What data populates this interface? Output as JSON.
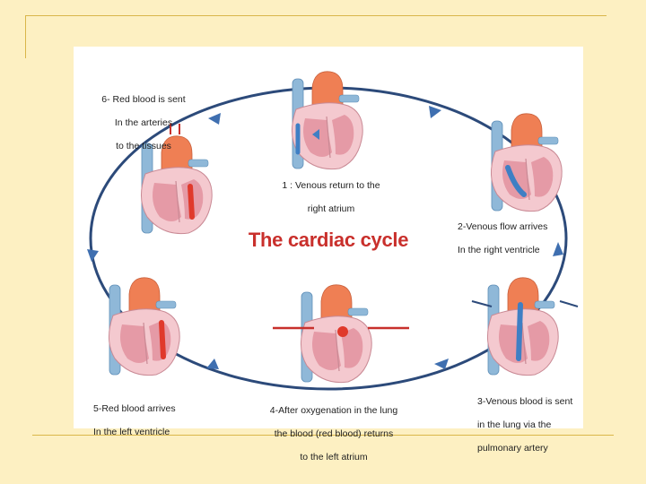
{
  "diagram": {
    "title": "The cardiac cycle",
    "steps": [
      {
        "lines": [
          "1 : Venous return to the",
          "right atrium"
        ]
      },
      {
        "lines": [
          "2-Venous flow arrives",
          "In the right ventricle"
        ]
      },
      {
        "lines": [
          "3-Venous blood is sent",
          "in the lung via the",
          "pulmonary artery"
        ]
      },
      {
        "lines": [
          "4-After oxygenation in the lung",
          "the blood (red blood) returns",
          "to the left atrium"
        ]
      },
      {
        "lines": [
          "5-Red blood arrives",
          "In the left ventricle"
        ]
      },
      {
        "lines": [
          "6- Red blood is sent",
          "In the arteries",
          "to the tissues"
        ]
      }
    ]
  },
  "colors": {
    "background": "#fdf0c2",
    "frame": "#d9b64a",
    "cycle_ring": "#2c4a7a",
    "arrow": "#3f6fb0",
    "title": "#c9302c",
    "heart_wall": "#f4c9cf",
    "heart_inner": "#e59aa6",
    "aorta": "#ef7f54",
    "vein": "#8fb8d8",
    "venous_blood": "#3f7fc4",
    "arterial_blood": "#e0392b"
  },
  "icons": [
    "heart-illustration",
    "flow-arrow-icon"
  ]
}
